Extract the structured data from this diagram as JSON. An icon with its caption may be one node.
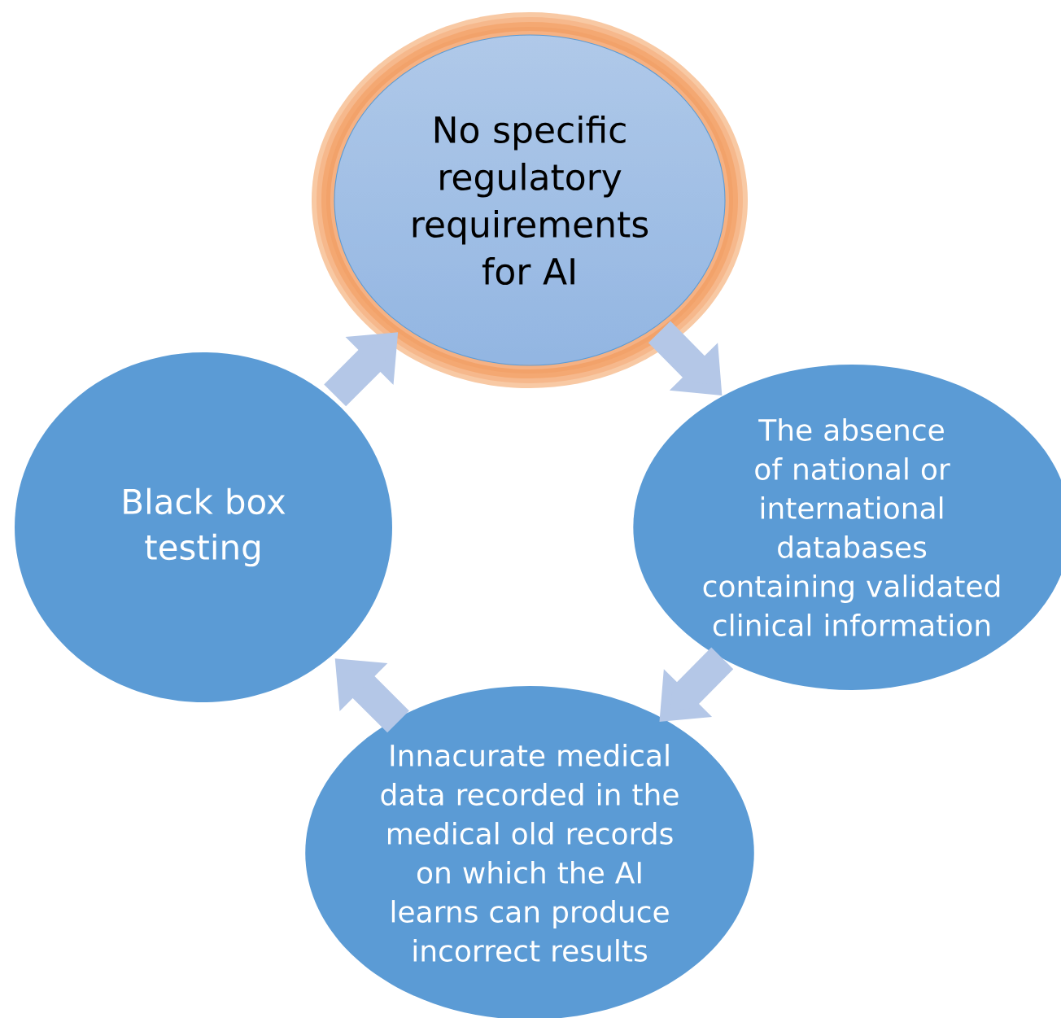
{
  "diagram": {
    "nodes": [
      {
        "text": [
          "No specific regulatory requirements for AI"
        ]
      },
      {
        "text": [
          "The absence of national or international databases containing validated clinical information"
        ]
      },
      {
        "text": [
          "Innacurate medical data recorded in the medical old records on which the AI learns can produce incorrect results"
        ]
      },
      {
        "text": [
          "Black box testing"
        ]
      }
    ],
    "edges": [
      {
        "from": 0,
        "to": 1,
        "arrow": "to"
      },
      {
        "from": 1,
        "to": 2,
        "arrow": "to"
      },
      {
        "from": 2,
        "to": 3,
        "arrow": "to"
      },
      {
        "from": 3,
        "to": 0,
        "arrow": "to"
      }
    ]
  }
}
